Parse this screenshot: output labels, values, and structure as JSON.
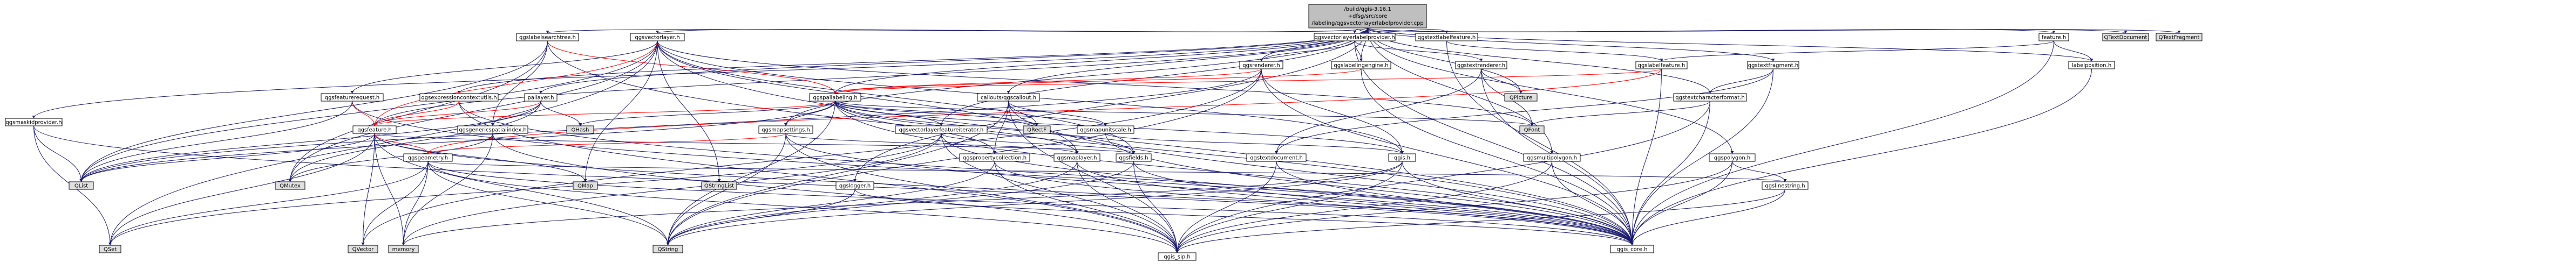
{
  "colors": {
    "root_fill": "#bfbfbf",
    "node_fill": "#ffffff",
    "missing_fill": "#e0e0e0",
    "border": "#000000",
    "linked_text": "#000000",
    "edge_blue": "#191970",
    "edge_red": "#ff0000"
  },
  "root": {
    "line1": "/build/qgis-3.16.1",
    "line2": "+dfsg/src/core",
    "line3": "/labeling/qgsvectorlayerlabelprovider.cpp"
  },
  "nodes": [
    {
      "id": "qgsmaskidprovider",
      "label": "qgsmaskidprovider.h",
      "kind": "linked"
    },
    {
      "id": "qgslabelsearchtree",
      "label": "qgslabelsearchtree.h",
      "kind": "linked"
    },
    {
      "id": "qgsvectorlayer",
      "label": "qgsvectorlayer.h",
      "kind": "linked"
    },
    {
      "id": "qgsvectorlayerlabelprovider",
      "label": "qgsvectorlayerlabelprovider.h",
      "kind": "linked"
    },
    {
      "id": "qgstextlabelfeature",
      "label": "qgstextlabelfeature.h",
      "kind": "linked"
    },
    {
      "id": "feature",
      "label": "feature.h",
      "kind": "linked"
    },
    {
      "id": "qtextdocument",
      "label": "QTextDocument",
      "kind": "missing"
    },
    {
      "id": "qtextfragment",
      "label": "QTextFragment",
      "kind": "missing"
    },
    {
      "id": "qgsrenderer",
      "label": "qgsrenderer.h",
      "kind": "linked"
    },
    {
      "id": "qgslabelingengine",
      "label": "qgslabelingengine.h",
      "kind": "linked"
    },
    {
      "id": "qgstextrenderer",
      "label": "qgstextrenderer.h",
      "kind": "linked"
    },
    {
      "id": "qgslabelfeature",
      "label": "qgslabelfeature.h",
      "kind": "linked"
    },
    {
      "id": "qgstextfragment",
      "label": "qgstextfragment.h",
      "kind": "linked"
    },
    {
      "id": "labelposition",
      "label": "labelposition.h",
      "kind": "linked"
    },
    {
      "id": "qgsfeaturerequest",
      "label": "qgsfeaturerequest.h",
      "kind": "linked"
    },
    {
      "id": "qgsexpressioncontextutils",
      "label": "qgsexpressioncontextutils.h",
      "kind": "linked"
    },
    {
      "id": "pallayer",
      "label": "pallayer.h",
      "kind": "linked"
    },
    {
      "id": "qgspallabeling",
      "label": "qgspallabeling.h",
      "kind": "linked"
    },
    {
      "id": "callouts",
      "label": "callouts/qgscallout.h",
      "kind": "linked"
    },
    {
      "id": "qpicture",
      "label": "QPicture",
      "kind": "missing"
    },
    {
      "id": "qgstextcharacterformat",
      "label": "qgstextcharacterformat.h",
      "kind": "linked"
    },
    {
      "id": "qgsfeature",
      "label": "qgsfeature.h",
      "kind": "linked"
    },
    {
      "id": "qgsgenericspatialindex",
      "label": "qgsgenericspatialindex.h",
      "kind": "linked"
    },
    {
      "id": "qhash",
      "label": "QHash",
      "kind": "missing"
    },
    {
      "id": "qgsmapsettings",
      "label": "qgsmapsettings.h",
      "kind": "linked"
    },
    {
      "id": "qgsvectorlayerfeatureiterator",
      "label": "qgsvectorlayerfeatureiterator.h",
      "kind": "linked"
    },
    {
      "id": "qrectf",
      "label": "QRectF",
      "kind": "missing"
    },
    {
      "id": "qgsmapunitscale",
      "label": "qgsmapunitscale.h",
      "kind": "linked"
    },
    {
      "id": "qfont",
      "label": "QFont",
      "kind": "missing"
    },
    {
      "id": "qlist",
      "label": "QList",
      "kind": "missing"
    },
    {
      "id": "qmutex",
      "label": "QMutex",
      "kind": "missing"
    },
    {
      "id": "qgsgeometry",
      "label": "qgsgeometry.h",
      "kind": "linked"
    },
    {
      "id": "qmap",
      "label": "QMap",
      "kind": "missing"
    },
    {
      "id": "qstringlist",
      "label": "QStringList",
      "kind": "missing"
    },
    {
      "id": "qgslogger",
      "label": "qgslogger.h",
      "kind": "linked"
    },
    {
      "id": "qgspropertycollection",
      "label": "qgspropertycollection.h",
      "kind": "linked"
    },
    {
      "id": "qgsmaplayer",
      "label": "qgsmaplayer.h",
      "kind": "linked"
    },
    {
      "id": "qgsfields",
      "label": "qgsfields.h",
      "kind": "linked"
    },
    {
      "id": "qgstextdocument",
      "label": "qgstextdocument.h",
      "kind": "linked"
    },
    {
      "id": "qgs",
      "label": "qgis.h",
      "kind": "linked"
    },
    {
      "id": "qgsmultipolygon",
      "label": "qgsmultipolygon.h",
      "kind": "linked"
    },
    {
      "id": "qgspolygon",
      "label": "qgspolygon.h",
      "kind": "linked"
    },
    {
      "id": "qgslinestring",
      "label": "qgslinestring.h",
      "kind": "linked"
    },
    {
      "id": "qset",
      "label": "QSet",
      "kind": "missing"
    },
    {
      "id": "qvector",
      "label": "QVector",
      "kind": "missing"
    },
    {
      "id": "memory",
      "label": "memory",
      "kind": "missing"
    },
    {
      "id": "qstring",
      "label": "QString",
      "kind": "missing"
    },
    {
      "id": "qgis_sip",
      "label": "qgis_sip.h",
      "kind": "linked"
    },
    {
      "id": "qgis_core",
      "label": "qgis_core.h",
      "kind": "linked"
    }
  ],
  "edges": [
    [
      "root",
      "qgsmaskidprovider"
    ],
    [
      "root",
      "qgslabelsearchtree"
    ],
    [
      "root",
      "qgsvectorlayer"
    ],
    [
      "root",
      "qgsvectorlayerlabelprovider"
    ],
    [
      "root",
      "qgstextlabelfeature"
    ],
    [
      "root",
      "feature"
    ],
    [
      "root",
      "qtextdocument"
    ],
    [
      "root",
      "qtextfragment"
    ],
    [
      "root",
      "qgsrenderer"
    ],
    [
      "root",
      "qgspallabeling"
    ],
    [
      "root",
      "callouts"
    ],
    [
      "root",
      "qgsmapsettings"
    ],
    [
      "root",
      "qgsvectorlayerfeatureiterator"
    ],
    [
      "root",
      "qgsfeature"
    ],
    [
      "root",
      "qgspolygon"
    ],
    [
      "root",
      "qgsmultipolygon"
    ],
    [
      "root",
      "labelposition"
    ],
    [
      "root",
      "qgstextcharacterformat"
    ],
    [
      "root",
      "qgstextfragment"
    ],
    [
      "root",
      "qgslogger"
    ],
    [
      "root",
      "qgsexpressioncontextutils"
    ],
    [
      "root",
      "pallayer"
    ],
    [
      "root",
      "qpicture"
    ],
    [
      "root",
      "qgslabelingengine"
    ],
    [
      "qgsmaskidprovider",
      "qlist"
    ],
    [
      "qgsmaskidprovider",
      "qset"
    ],
    [
      "qgsmaskidprovider",
      "qgis_core"
    ],
    [
      "qgslabelsearchtree",
      "qlist"
    ],
    [
      "qgslabelsearchtree",
      "qmutex"
    ],
    [
      "qgslabelsearchtree",
      "qgspallabeling"
    ],
    [
      "qgslabelsearchtree",
      "qgsgenericspatialindex"
    ],
    [
      "qgslabelsearchtree",
      "qgis_core"
    ],
    [
      "qgsvectorlayer",
      "qgis_core"
    ],
    [
      "qgsvectorlayer",
      "qmap"
    ],
    [
      "qgsvectorlayer",
      "qset"
    ],
    [
      "qgsvectorlayer",
      "qlist"
    ],
    [
      "qgsvectorlayer",
      "qstringlist"
    ],
    [
      "qgsvectorlayer",
      "qfont"
    ],
    [
      "qgsvectorlayer",
      "qmutex"
    ],
    [
      "qgsvectorlayer",
      "qgsmaplayer"
    ],
    [
      "qgsvectorlayer",
      "qgsfeature"
    ],
    [
      "qgsvectorlayer",
      "qgsfeaturerequest"
    ],
    [
      "qgsvectorlayer",
      "qgsfields"
    ],
    [
      "qgsvectorlayer",
      "qgs"
    ],
    [
      "qgsvectorlayerlabelprovider",
      "qgsrenderer"
    ],
    [
      "qgsvectorlayerlabelprovider",
      "qgslabelingengine"
    ],
    [
      "qgsvectorlayerlabelprovider",
      "qgstextrenderer"
    ],
    [
      "qgsvectorlayerlabelprovider",
      "qgis_core"
    ],
    [
      "qgstextlabelfeature",
      "qgslabelfeature"
    ],
    [
      "qgstextlabelfeature",
      "qgis_core"
    ],
    [
      "feature",
      "labelposition"
    ],
    [
      "feature",
      "qgslabelfeature"
    ],
    [
      "feature",
      "qgis_core"
    ],
    [
      "qgsrenderer",
      "qgspallabeling"
    ],
    [
      "qgsrenderer",
      "qgs"
    ],
    [
      "qgsrenderer",
      "qgis_core"
    ],
    [
      "qgsrenderer",
      "qlist"
    ],
    [
      "qgsrenderer",
      "qstring"
    ],
    [
      "qgsrenderer",
      "qvector"
    ],
    [
      "qgslabelingengine",
      "qgspallabeling"
    ],
    [
      "qgslabelingengine",
      "qgis_core"
    ],
    [
      "qgstextrenderer",
      "qpicture"
    ],
    [
      "qgstextrenderer",
      "qfont"
    ],
    [
      "qgstextrenderer",
      "qgis_core"
    ],
    [
      "qgslabelfeature",
      "qgsgeometry"
    ],
    [
      "qgslabelfeature",
      "qgspallabeling"
    ],
    [
      "qgslabelfeature",
      "qgis_core"
    ],
    [
      "qgstextfragment",
      "qgstextcharacterformat"
    ],
    [
      "qgstextfragment",
      "qgis_core"
    ],
    [
      "labelposition",
      "qgis_core"
    ],
    [
      "qgsfeaturerequest",
      "qgsfeature"
    ],
    [
      "qgsfeaturerequest",
      "qlist"
    ],
    [
      "qgsfeaturerequest",
      "qgis_core"
    ],
    [
      "qgsexpressioncontextutils",
      "qgis_core"
    ],
    [
      "qgsexpressioncontextutils",
      "qgis_sip"
    ],
    [
      "qgsexpressioncontextutils",
      "qgsfeature"
    ],
    [
      "pallayer",
      "qgsgenericspatialindex"
    ],
    [
      "pallayer",
      "qhash"
    ],
    [
      "pallayer",
      "qlist"
    ],
    [
      "pallayer",
      "qgsfeature"
    ],
    [
      "pallayer",
      "qmutex"
    ],
    [
      "qgspallabeling",
      "qgis_core"
    ],
    [
      "qgspallabeling",
      "qstring"
    ],
    [
      "qgspallabeling",
      "qfont"
    ],
    [
      "qgspallabeling",
      "qhash"
    ],
    [
      "qgspallabeling",
      "qlist"
    ],
    [
      "qgspallabeling",
      "qrectf"
    ],
    [
      "qgspallabeling",
      "qgsmapunitscale"
    ],
    [
      "qgspallabeling",
      "qgsfeature"
    ],
    [
      "qgspallabeling",
      "qgsmapsettings"
    ],
    [
      "qgspallabeling",
      "qgspropertycollection"
    ],
    [
      "qgspallabeling",
      "qgsfields"
    ],
    [
      "qgspallabeling",
      "qgs"
    ],
    [
      "qgspallabeling",
      "qgsvectorlayerfeatureiterator"
    ],
    [
      "qgspallabeling",
      "qgsmaplayer"
    ],
    [
      "callouts",
      "qgis_core"
    ],
    [
      "callouts",
      "qgsmapunitscale"
    ],
    [
      "callouts",
      "qgspropertycollection"
    ],
    [
      "callouts",
      "qgis_sip"
    ],
    [
      "callouts",
      "qstring"
    ],
    [
      "callouts",
      "qrectf"
    ],
    [
      "qgstextcharacterformat",
      "qfont"
    ],
    [
      "qgstextcharacterformat",
      "qgis_core"
    ],
    [
      "qgstextcharacterformat",
      "qgis_sip"
    ],
    [
      "qgsfeature",
      "qgis_core"
    ],
    [
      "qgsfeature",
      "qmap"
    ],
    [
      "qgsfeature",
      "qstring"
    ],
    [
      "qgsfeature",
      "qlist"
    ],
    [
      "qgsfeature",
      "qvector"
    ],
    [
      "qgsfeature",
      "qset"
    ],
    [
      "qgsfeature",
      "memory"
    ],
    [
      "qgsfeature",
      "qgsgeometry"
    ],
    [
      "qgsfeature",
      "qgsfields"
    ],
    [
      "qgsgenericspatialindex",
      "memory"
    ],
    [
      "qgsgenericspatialindex",
      "qmutex"
    ],
    [
      "qgsgenericspatialindex",
      "qgis_sip"
    ],
    [
      "qgsmapsettings",
      "qgis_core"
    ],
    [
      "qgsmapsettings",
      "qgis_sip"
    ],
    [
      "qgsmapsettings",
      "qstring"
    ],
    [
      "qgsmapsettings",
      "qgsgeometry"
    ],
    [
      "qgsmapsettings",
      "qgsmaplayer"
    ],
    [
      "qgsvectorlayerfeatureiterator",
      "qgis_core"
    ],
    [
      "qgsvectorlayerfeatureiterator",
      "qgis_sip"
    ],
    [
      "qgsvectorlayerfeatureiterator",
      "qset"
    ],
    [
      "qgsvectorlayerfeatureiterator",
      "memory"
    ],
    [
      "qgsvectorlayerfeatureiterator",
      "qgsfields"
    ],
    [
      "qgsmapunitscale",
      "qgis_core"
    ],
    [
      "qgsmapunitscale",
      "qgs"
    ],
    [
      "qgsgeometry",
      "qgis_core"
    ],
    [
      "qgsgeometry",
      "qgis_sip"
    ],
    [
      "qgsgeometry",
      "qset"
    ],
    [
      "qgsgeometry",
      "qstring"
    ],
    [
      "qgsgeometry",
      "qvector"
    ],
    [
      "qgsgeometry",
      "memory"
    ],
    [
      "qgslogger",
      "qgis_core"
    ],
    [
      "qgslogger",
      "qstring"
    ],
    [
      "qgspropertycollection",
      "qgis_core"
    ],
    [
      "qgspropertycollection",
      "qgis_sip"
    ],
    [
      "qgspropertycollection",
      "qstring"
    ],
    [
      "qgsmaplayer",
      "qgis_core"
    ],
    [
      "qgsmaplayer",
      "qgis_sip"
    ],
    [
      "qgsmaplayer",
      "qstring"
    ],
    [
      "qgsfields",
      "qgis_core"
    ],
    [
      "qgsfields",
      "qgis_sip"
    ],
    [
      "qgsfields",
      "qstring"
    ],
    [
      "qgstextdocument",
      "qgis_core"
    ],
    [
      "qgstextdocument",
      "qgis_sip"
    ],
    [
      "qgs",
      "qgis_core"
    ],
    [
      "qgs",
      "qgis_sip"
    ],
    [
      "qgs",
      "memory"
    ],
    [
      "qgs",
      "qstring"
    ],
    [
      "qgsmultipolygon",
      "qgis_core"
    ],
    [
      "qgsmultipolygon",
      "qgis_sip"
    ],
    [
      "qgspolygon",
      "qgis_core"
    ],
    [
      "qgspolygon",
      "qgis_sip"
    ],
    [
      "qgslinestring",
      "qgis_core"
    ],
    [
      "qgslinestring",
      "qgis_sip"
    ],
    [
      "qgstextfragment",
      "qgstextdocument"
    ],
    [
      "qgstextrenderer",
      "qgstextdocument"
    ],
    [
      "qgspolygon",
      "qgslinestring"
    ],
    [
      "qgsgeometry",
      "qgslinestring"
    ]
  ]
}
